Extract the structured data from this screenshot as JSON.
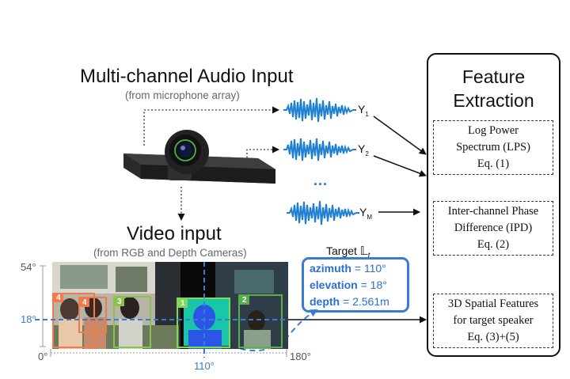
{
  "audio": {
    "title": "Multi-channel Audio Input",
    "subtitle": "(from microphone array)",
    "channels": [
      {
        "base": "Y",
        "sub": "1"
      },
      {
        "base": "Y",
        "sub": "2"
      },
      {
        "base": "Y",
        "sub": "M"
      }
    ],
    "ellipsis": "..."
  },
  "video": {
    "title": "Video input",
    "subtitle": "(from RGB and Depth Cameras)",
    "ticks": {
      "top": "54°",
      "mid": "18°",
      "left": "0°",
      "right": "180°",
      "target": "110°"
    },
    "boxes": [
      {
        "label": "4",
        "color": "#f07a4a"
      },
      {
        "label": "4",
        "color": "#f07a4a"
      },
      {
        "label": "3",
        "color": "#8bc34a"
      },
      {
        "label": "1",
        "color": "#7ed957"
      },
      {
        "label": "2",
        "color": "#57b04a"
      }
    ]
  },
  "target": {
    "title": "Target",
    "symbol": "𝕃",
    "symbol_sub": "t",
    "azimuth_key": "azimuth",
    "azimuth_val": " = 110°",
    "elevation_key": "elevation",
    "elevation_val": " = 18°",
    "depth_key": "depth",
    "depth_val": " = 2.561m"
  },
  "features": {
    "title_line1": "Feature",
    "title_line2": "Extraction",
    "items": [
      {
        "line1": "Log Power",
        "line2": "Spectrum (LPS)",
        "line3": "Eq. (1)"
      },
      {
        "line1": "Inter-channel Phase",
        "line2": "Difference (IPD)",
        "line3": "Eq. (2)"
      },
      {
        "line1": "3D Spatial Features",
        "line2": "for target speaker",
        "line3": "Eq. (3)+(5)"
      }
    ]
  },
  "colors": {
    "accent_blue": "#3a7bd5",
    "wave_blue": "#1f7fd0",
    "frame": "#111111"
  }
}
